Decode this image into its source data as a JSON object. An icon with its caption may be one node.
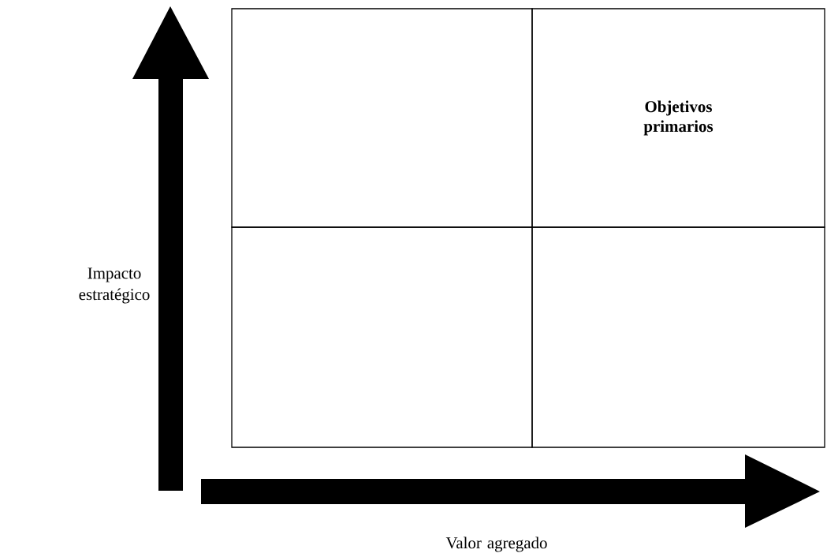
{
  "diagram": {
    "nodes": [
      {
        "text": [],
        "shape": "box"
      },
      {
        "text": [
          "Objetivos primarios"
        ]
      },
      {
        "text": [],
        "shape": "box"
      },
      {
        "text": [],
        "shape": "box"
      }
    ],
    "labels": [
      "Impacto estratégico",
      "Valor agregado"
    ]
  }
}
